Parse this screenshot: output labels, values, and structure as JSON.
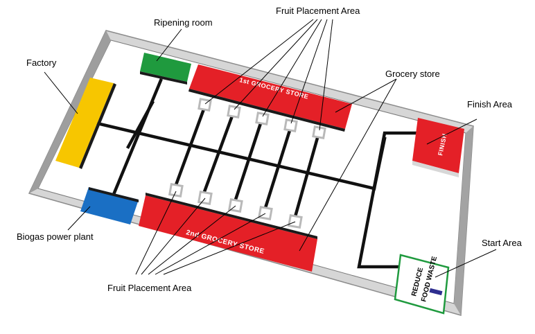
{
  "callouts": {
    "fruit_placement_top": "Fruit Placement Area",
    "ripening_room": "Ripening room",
    "factory": "Factory",
    "grocery_store": "Grocery store",
    "finish_area": "Finish Area",
    "biogas_power_plant": "Biogas power plant",
    "start_area": "Start Area",
    "fruit_placement_bottom": "Fruit Placement Area"
  },
  "mat_text": {
    "grocery_store_1": "1st GROCERY STORE",
    "grocery_store_2": "2nd GROCERY STORE",
    "finish": "FINISH",
    "start_line1": "REDUCE",
    "start_line2": "FOOD WASTE"
  },
  "colors": {
    "factory": "#f7c600",
    "ripening_room": "#1f9a3e",
    "biogas_power_plant": "#1a6fc4",
    "grocery_store": "#e42027",
    "finish": "#e42027",
    "line": "#111111",
    "wall": "#b5b5b5",
    "start_border": "#1f9a3e"
  }
}
